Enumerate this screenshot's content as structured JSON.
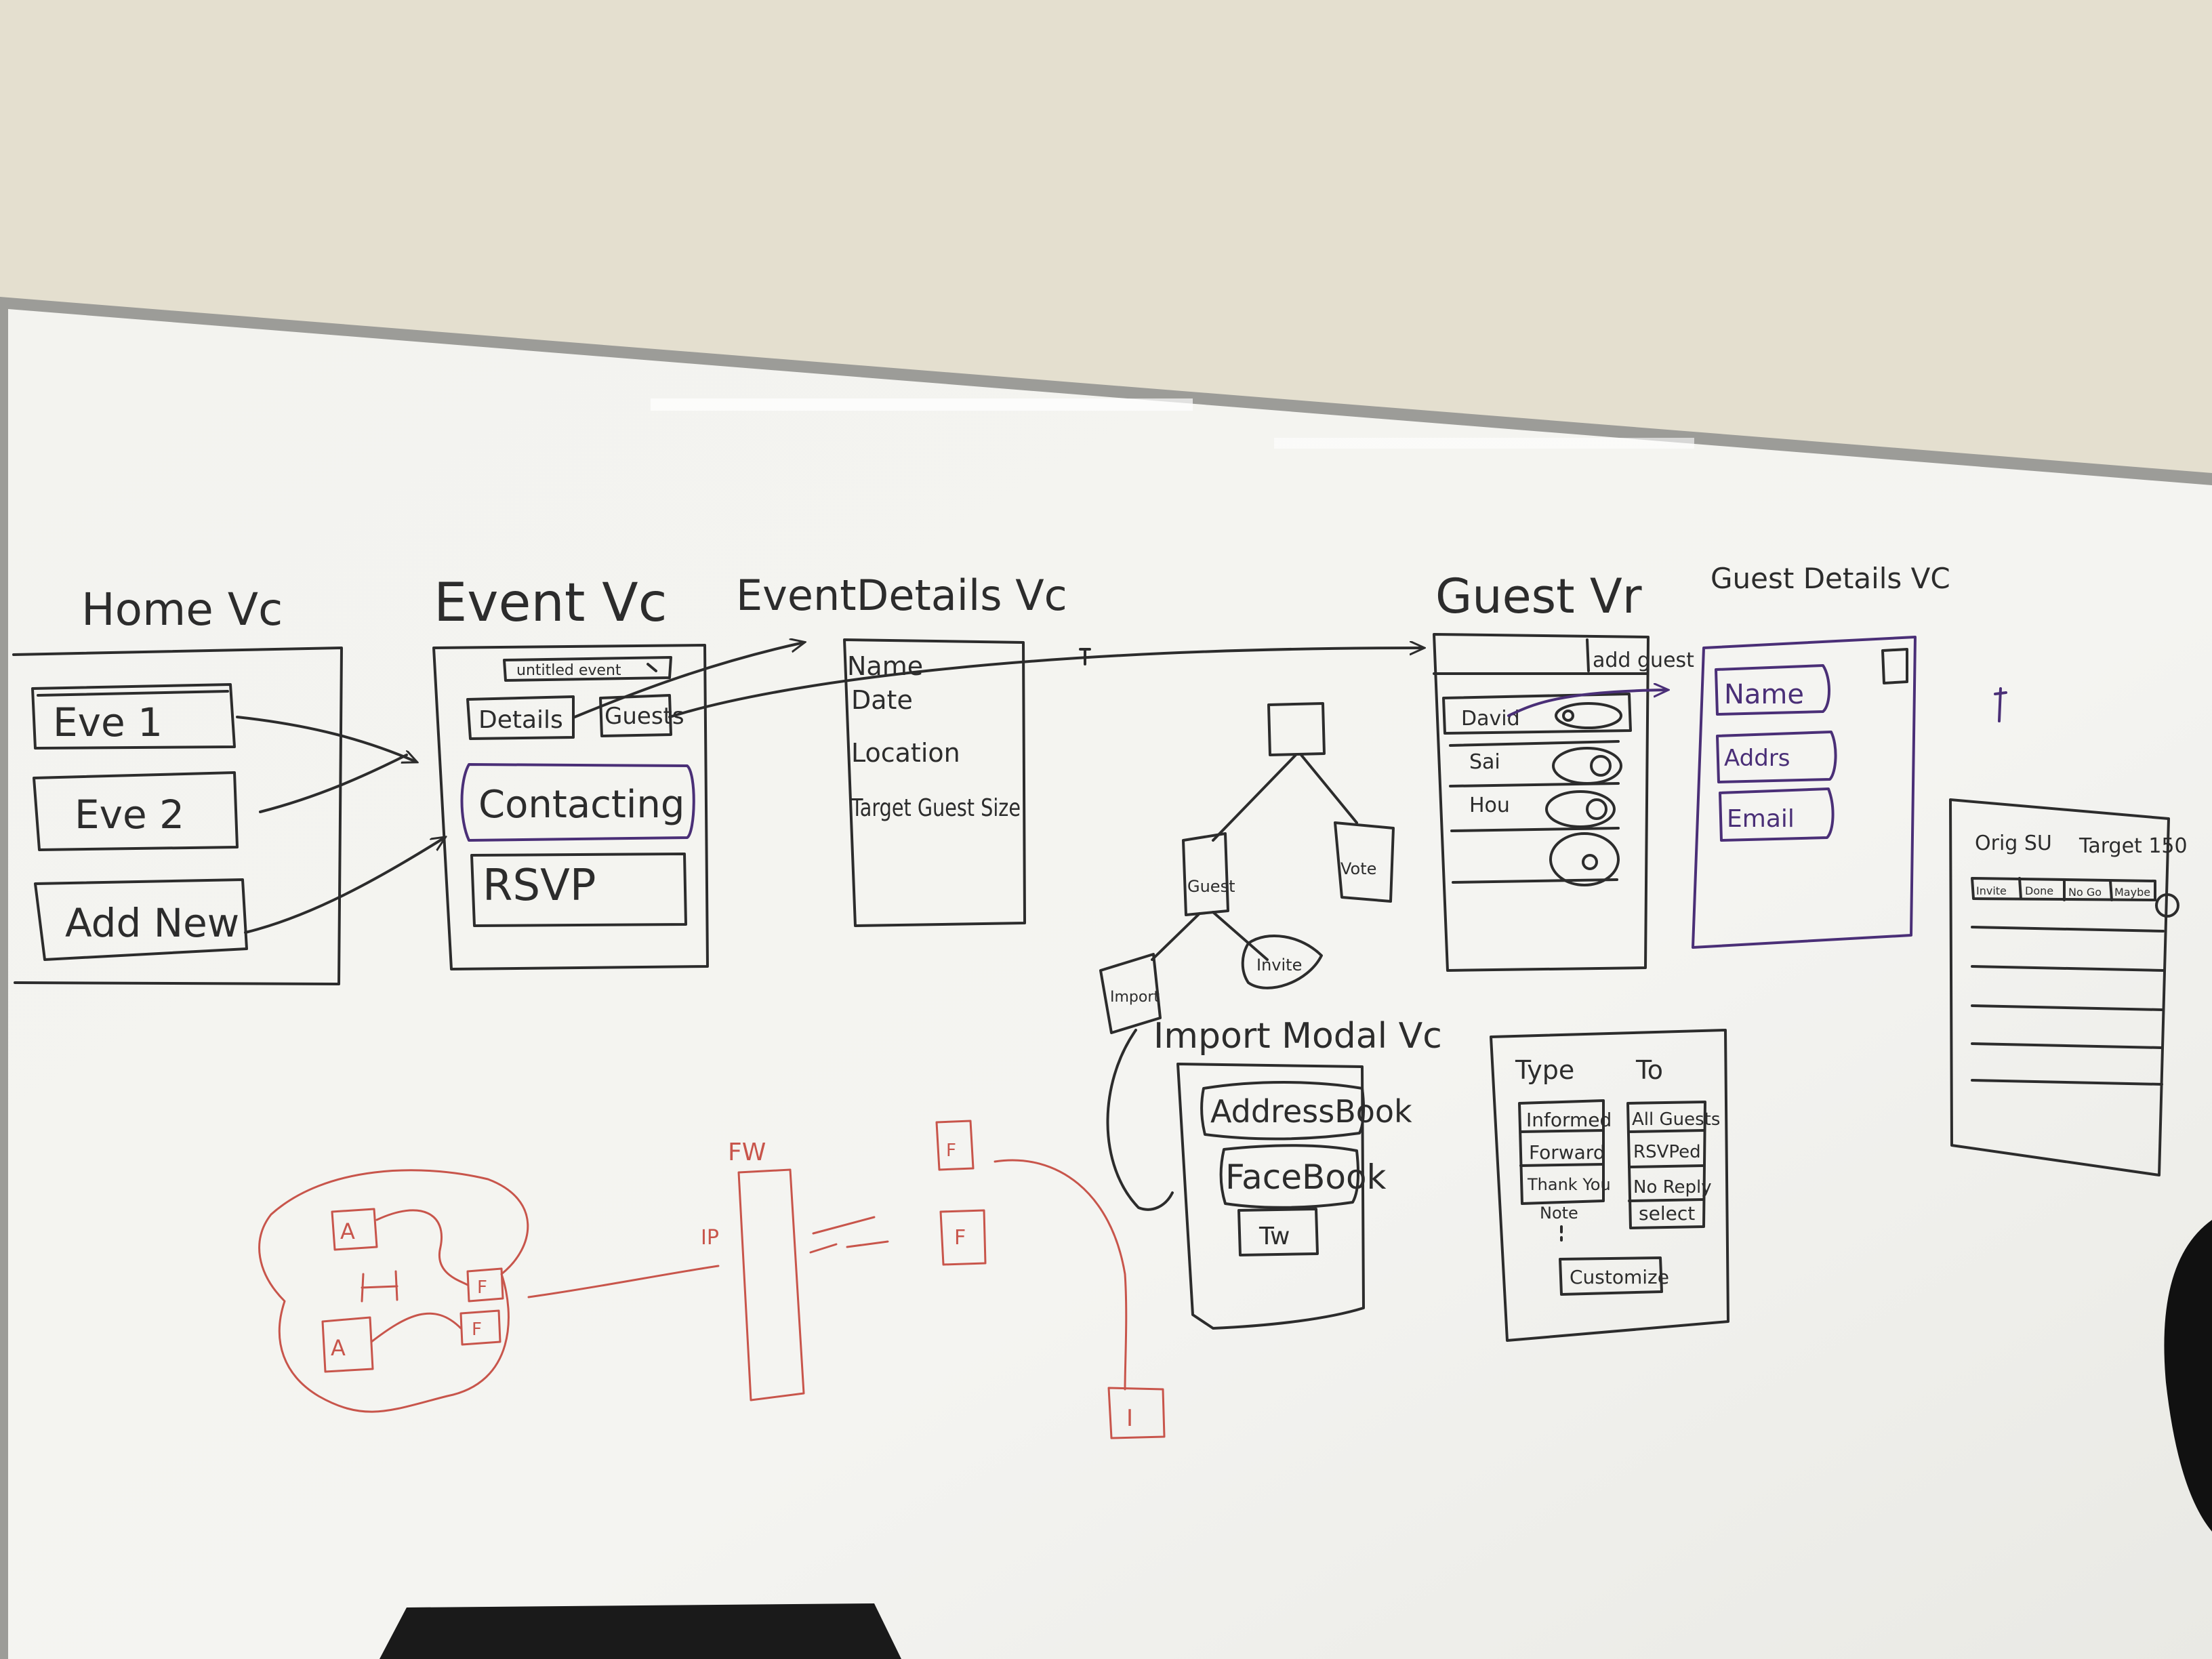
{
  "colors": {
    "wall": "#e4dfcf",
    "board": "#f2f2ee",
    "marker_black": "#2c2c2c",
    "marker_purple": "#4a2f77",
    "marker_red": "#c8554b"
  },
  "home_vc": {
    "title": "Home Vc",
    "items": [
      "Eve 1",
      "Eve 2",
      "Add New"
    ]
  },
  "event_vc": {
    "title": "Event Vc",
    "header": "untitled event",
    "buttons": [
      "Details",
      "Guests"
    ],
    "sections": [
      "Contacting",
      "RSVP"
    ]
  },
  "event_details_vc": {
    "title": "EventDetails Vc",
    "fields": [
      "Name",
      "Date",
      "Location",
      "Target Guest Size"
    ]
  },
  "guest_vc": {
    "title": "Guest Vr",
    "add_label": "add guest",
    "guests": [
      "David",
      "Sai",
      "Hou"
    ]
  },
  "guest_details_vc": {
    "title": "Guest Details VC",
    "fields": [
      "Name",
      "Addrs",
      "Email"
    ]
  },
  "tree": {
    "nodes": [
      "Guest",
      "Vote",
      "Invite",
      "Import"
    ]
  },
  "import_modal_vc": {
    "title": "Import Modal Vc",
    "sources": [
      "AddressBook",
      "FaceBook",
      "Tw"
    ]
  },
  "message_panel": {
    "type_heading": "Type",
    "to_heading": "To",
    "types": [
      "Informed",
      "Forward",
      "Thank You",
      "Note"
    ],
    "recipients": [
      "All Guests",
      "RSVPed",
      "No Reply",
      "select"
    ],
    "customize": "Customize"
  },
  "summary_panel": {
    "left_label": "Orig SU",
    "right_label": "Target 150",
    "tabs": [
      "Invite",
      "Done",
      "No Go",
      "Maybe"
    ]
  },
  "network_sketch": {
    "nodes": [
      "A",
      "A",
      "F",
      "F",
      "F",
      "F",
      "I"
    ],
    "firewall_label": "FW",
    "ip_label": "IP"
  }
}
